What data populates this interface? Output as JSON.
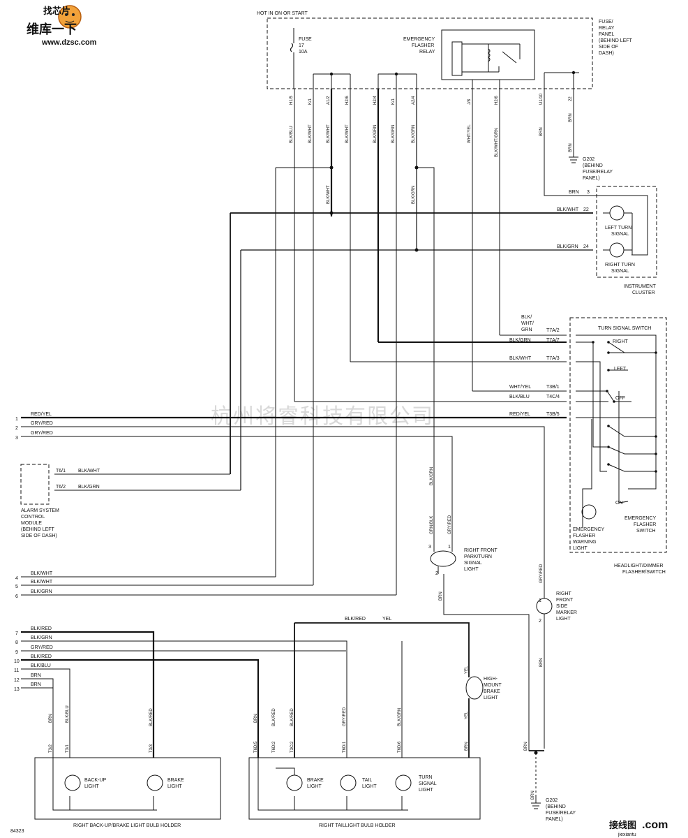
{
  "logo": {
    "top_text": "找芯片",
    "brand": "维库一下",
    "url": "www.dzsc.com"
  },
  "watermark": "杭州将睿科技有限公司",
  "footer_logo": {
    "name": "接线图",
    "domain": ".com",
    "site": "jiexiantu"
  },
  "figure_number": "84323",
  "top": {
    "hot_label": "HOT IN ON OR START",
    "fuse": [
      "FUSE",
      "17",
      "10A"
    ],
    "relay": [
      "EMERGENCY",
      "FLASHER",
      "RELAY"
    ],
    "panel": [
      "FUSE/",
      "RELAY",
      "PANEL",
      "(BEHIND LEFT",
      "SIDE OF",
      "DASH)"
    ],
    "connectors": [
      "H1/5",
      "K/1",
      "A1/2",
      "H2/6",
      "H2/4",
      "K/1",
      "A2/4",
      "J/8",
      "H2/6",
      "U1/10",
      "22"
    ],
    "wires": [
      "BLK/BLU",
      "BLK/WHT",
      "BLK/WHT",
      "BLK/WHT",
      "BLK/GRN",
      "BLK/GRN",
      "BLK/GRN",
      "WHT/YEL",
      "BLK/WHT/GRN",
      "BRN",
      "BRN",
      "BRN"
    ]
  },
  "ground_g202_top": [
    "G202",
    "(BEHIND",
    "FUSE/RELAY",
    "PANEL)"
  ],
  "instrument_cluster": {
    "title": [
      "INSTRUMENT",
      "CLUSTER"
    ],
    "left_signal": [
      "LEFT TURN",
      "SIGNAL"
    ],
    "right_signal": [
      "RIGHT TURN",
      "SIGNAL"
    ],
    "pins": [
      {
        "wire": "BRN",
        "pin": "3"
      },
      {
        "wire": "BLK/WHT",
        "pin": "22"
      },
      {
        "wire": "BLK/GRN",
        "pin": "24"
      }
    ]
  },
  "mid_wires": [
    "BLK/WHT",
    "BLK/GRN"
  ],
  "turn_switch": {
    "title": "TURN SIGNAL SWITCH",
    "right": "RIGHT",
    "left": "LEFT",
    "off": "OFF",
    "on": "ON",
    "emergency_switch": [
      "EMERGENCY",
      "FLASHER",
      "SWITCH"
    ],
    "warning_light": [
      "EMERGENCY",
      "FLASHER",
      "WARNING",
      "LIGHT"
    ],
    "headlight_switch": [
      "HEADLIGHT/DIMMER",
      "FLASHER/SWITCH"
    ],
    "pins": [
      {
        "wire": "BLK/\nWHT/\nGRN",
        "pin": "T7A/2"
      },
      {
        "wire": "BLK/GRN",
        "pin": "T7A/7"
      },
      {
        "wire": "BLK/WHT",
        "pin": "T7A/3"
      },
      {
        "wire": "WHT/YEL",
        "pin": "T3B/1"
      },
      {
        "wire": "BLK/BLU",
        "pin": "T4C/4"
      },
      {
        "wire": "RED/YEL",
        "pin": "T3B/5"
      }
    ]
  },
  "left_lines": [
    {
      "num": "1",
      "wire": "RED/YEL"
    },
    {
      "num": "2",
      "wire": "GRY/RED"
    },
    {
      "num": "3",
      "wire": "GRY/RED"
    },
    {
      "num": "4",
      "wire": "BLK/WHT"
    },
    {
      "num": "5",
      "wire": "BLK/WHT"
    },
    {
      "num": "6",
      "wire": "BLK/GRN"
    },
    {
      "num": "7",
      "wire": "BLK/RED"
    },
    {
      "num": "8",
      "wire": "BLK/GRN"
    },
    {
      "num": "9",
      "wire": "GRY/RED"
    },
    {
      "num": "10",
      "wire": "BLK/RED"
    },
    {
      "num": "11",
      "wire": "BLK/BLU"
    },
    {
      "num": "12",
      "wire": "BRN"
    },
    {
      "num": "13",
      "wire": "BRN"
    }
  ],
  "alarm_module": {
    "label": [
      "ALARM SYSTEM",
      "CONTROL",
      "MODULE",
      "(BEHIND LEFT",
      "SIDE OF DASH)"
    ],
    "pins": [
      {
        "pin": "T6/1",
        "wire": "BLK/WHT"
      },
      {
        "pin": "T6/2",
        "wire": "BLK/GRN"
      }
    ]
  },
  "front_park_light": {
    "label": [
      "RIGHT FRONT",
      "PARK/TURN",
      "SIGNAL",
      "LIGHT"
    ],
    "wires": [
      "BLK/GRN",
      "GRN/BLK",
      "GRY/RED",
      "BRN"
    ],
    "pins": [
      "3",
      "1",
      "2"
    ]
  },
  "side_marker": {
    "label": [
      "RIGHT",
      "FRONT",
      "SIDE",
      "MARKER",
      "LIGHT"
    ],
    "wires": [
      "GRY/RED",
      "BRN",
      "BRN"
    ],
    "pins": [
      "1",
      "2"
    ]
  },
  "high_mount": {
    "label": [
      "HIGH-",
      "MOUNT",
      "BRAKE",
      "LIGHT"
    ],
    "wires": [
      "BLK/RED",
      "YEL",
      "YEL",
      "YEL",
      "BRN"
    ]
  },
  "rear_left_holder": {
    "title": "RIGHT BACK-UP/BRAKE LIGHT BULB HOLDER",
    "pins": [
      "T3/2",
      "T3/1",
      "T3/3"
    ],
    "wires": [
      "BRN",
      "BLK/BLU",
      "BLK/RED"
    ],
    "lights": [
      [
        "BACK-UP",
        "LIGHT"
      ],
      [
        "BRAKE",
        "LIGHT"
      ]
    ]
  },
  "rear_right_holder": {
    "title": "RIGHT TAILLIGHT BULB HOLDER",
    "pins": [
      "T6D/5",
      "T6D/2",
      "T3C/2",
      "T6D/1",
      "T6D/6"
    ],
    "wires": [
      "BRN",
      "BLK/RED",
      "BLK/RED",
      "GRY/RED",
      "BLK/GRN"
    ],
    "lights": [
      [
        "BRAKE",
        "LIGHT"
      ],
      [
        "TAIL",
        "LIGHT"
      ],
      [
        "TURN",
        "SIGNAL",
        "LIGHT"
      ]
    ]
  },
  "ground_g202_bottom": [
    "G202",
    "(BEHIND",
    "FUSE/RELAY",
    "PANEL)"
  ],
  "bottom_wires": [
    "BRN",
    "BRN"
  ]
}
